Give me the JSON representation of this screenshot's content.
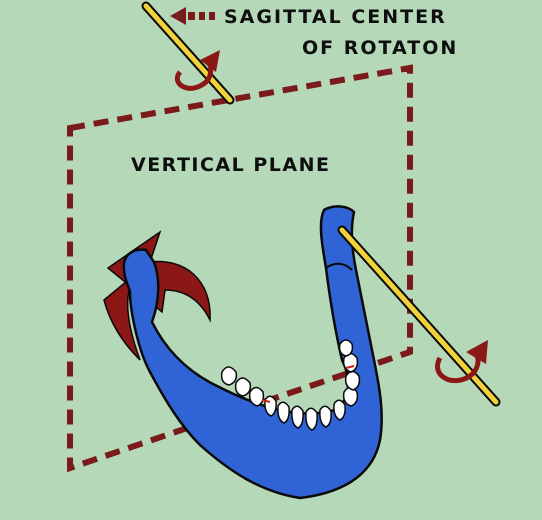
{
  "labels": {
    "sagittal_line1": "SAGITTAL CENTER",
    "sagittal_line2": "OF ROTATON",
    "vertical_plane": "VERTICAL PLANE"
  },
  "colors": {
    "background": "#b5d8b8",
    "plane_outline": "#7a1a1a",
    "mandible": "#2f63d6",
    "mandible_outline": "#0a0a0a",
    "axis_rod": "#f2d23a",
    "rotation_arrow": "#8c1717",
    "teeth": "#ffffff",
    "text": "#0e0e0e"
  },
  "icons": {
    "pointer": "left-arrow-dashed-icon",
    "rotation": "curved-rotation-arrow-icon"
  }
}
